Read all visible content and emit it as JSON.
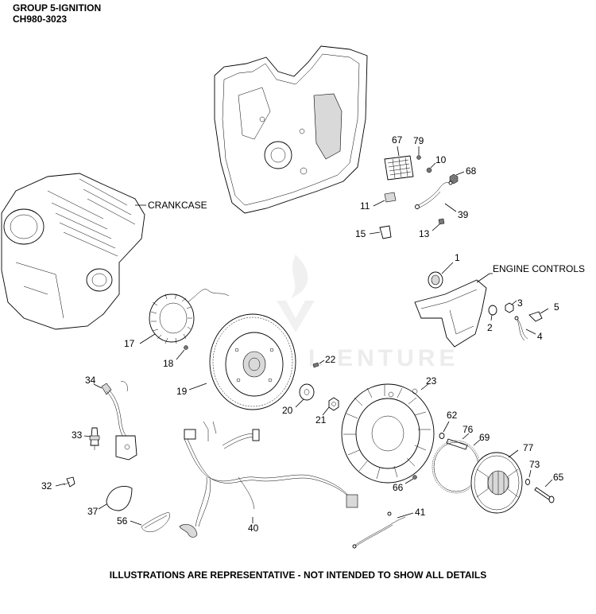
{
  "header": {
    "title": "GROUP 5-IGNITION",
    "model": "CH980-3023"
  },
  "footer": "ILLUSTRATIONS ARE REPRESENTATIVE - NOT INTENDED TO SHOW ALL DETAILS",
  "watermark": "L   ENTURE",
  "labels": {
    "crankcase": "CRANKCASE",
    "engine_controls": "ENGINE CONTROLS"
  },
  "callouts": {
    "p1": "1",
    "p2": "2",
    "p3": "3",
    "p4": "4",
    "p5": "5",
    "p10": "10",
    "p11": "11",
    "p13": "13",
    "p15": "15",
    "p17": "17",
    "p18": "18",
    "p19": "19",
    "p20": "20",
    "p21": "21",
    "p22": "22",
    "p23": "23",
    "p32": "32",
    "p33": "33",
    "p34": "34",
    "p37": "37",
    "p39": "39",
    "p40": "40",
    "p41": "41",
    "p56": "56",
    "p62": "62",
    "p65": "65",
    "p66": "66",
    "p67": "67",
    "p68": "68",
    "p69": "69",
    "p73": "73",
    "p76": "76",
    "p77": "77",
    "p79": "79"
  }
}
